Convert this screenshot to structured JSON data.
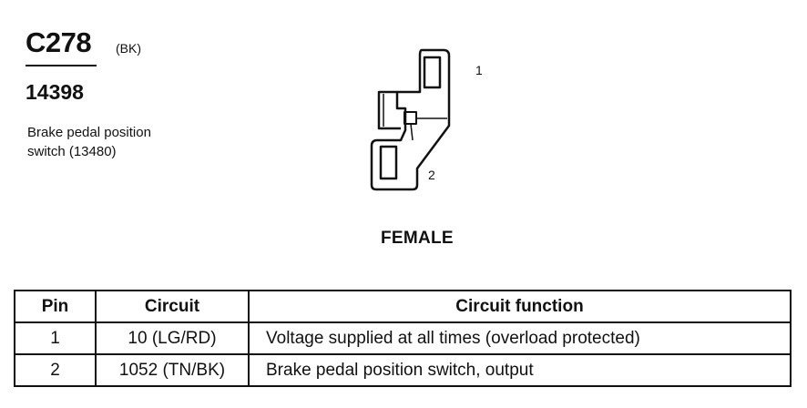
{
  "connector": {
    "code": "C278",
    "color": "(BK)",
    "part_number": "14398",
    "description_lines": [
      "Brake pedal position",
      "switch (13480)"
    ]
  },
  "diagram": {
    "pin_labels": [
      "1",
      "2"
    ],
    "gender": "FEMALE"
  },
  "table": {
    "headers": [
      "Pin",
      "Circuit",
      "Circuit function"
    ],
    "rows": [
      {
        "pin": "1",
        "circuit": "10 (LG/RD)",
        "function": "Voltage supplied at all times (overload protected)"
      },
      {
        "pin": "2",
        "circuit": "1052 (TN/BK)",
        "function": "Brake pedal position switch, output"
      }
    ]
  }
}
